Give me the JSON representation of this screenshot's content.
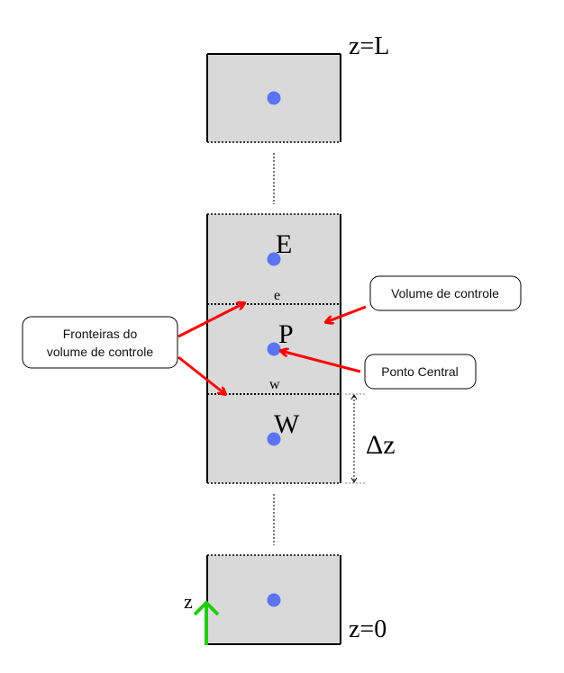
{
  "colors": {
    "cell_fill": "#d9d9d9",
    "node": "#5b73f5",
    "arrow_red": "#ff0000",
    "axis_green": "#22cc11",
    "border": "#000000"
  },
  "labels": {
    "z_top": "z=L",
    "z_bottom": "z=0",
    "node_E": "E",
    "node_P": "P",
    "node_W": "W",
    "face_e": "e",
    "face_w": "w",
    "delta_z": "Δz",
    "axis_z": "z"
  },
  "callouts": {
    "boundaries_line1": "Fronteiras do",
    "boundaries_line2": "volume de controle",
    "control_volume": "Volume de controle",
    "central_point": "Ponto Central"
  }
}
